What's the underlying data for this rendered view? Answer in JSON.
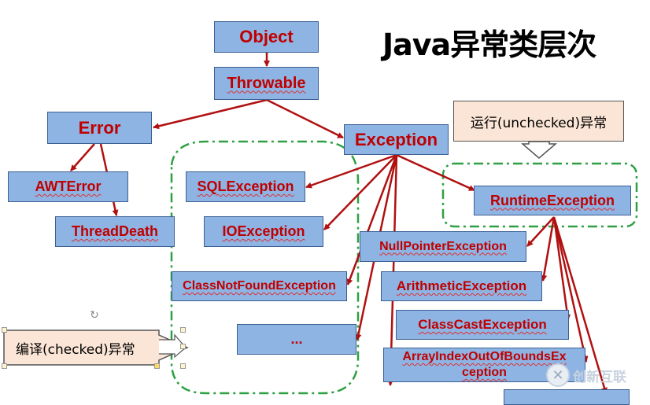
{
  "title": "Java异常类层次",
  "nodes": {
    "object": "Object",
    "throwable": "Throwable",
    "error": "Error",
    "exception": "Exception",
    "awterror": "AWTError",
    "threaddeath": "ThreadDeath",
    "sqlexception": "SQLException",
    "ioexception": "IOException",
    "classnotfound": "ClassNotFoundException",
    "ellipsis": "...",
    "runtimeexception": "RuntimeException",
    "nullpointer": "NullPointerException",
    "arithmetic": "ArithmeticException",
    "classcast": "ClassCastException",
    "arrayindex_line1": "ArrayIndexOutOfBoundsEx",
    "arrayindex_line2": "ception"
  },
  "callouts": {
    "unchecked": "运行(unchecked)异常",
    "checked": "编译(checked)异常"
  },
  "watermark": "创新互联",
  "colors": {
    "box_fill": "#8eb4e3",
    "box_border": "#3b5f93",
    "text": "#c00000",
    "arrow": "#b01010",
    "group_border": "#2ea043",
    "callout_fill": "#fbe5d6"
  }
}
